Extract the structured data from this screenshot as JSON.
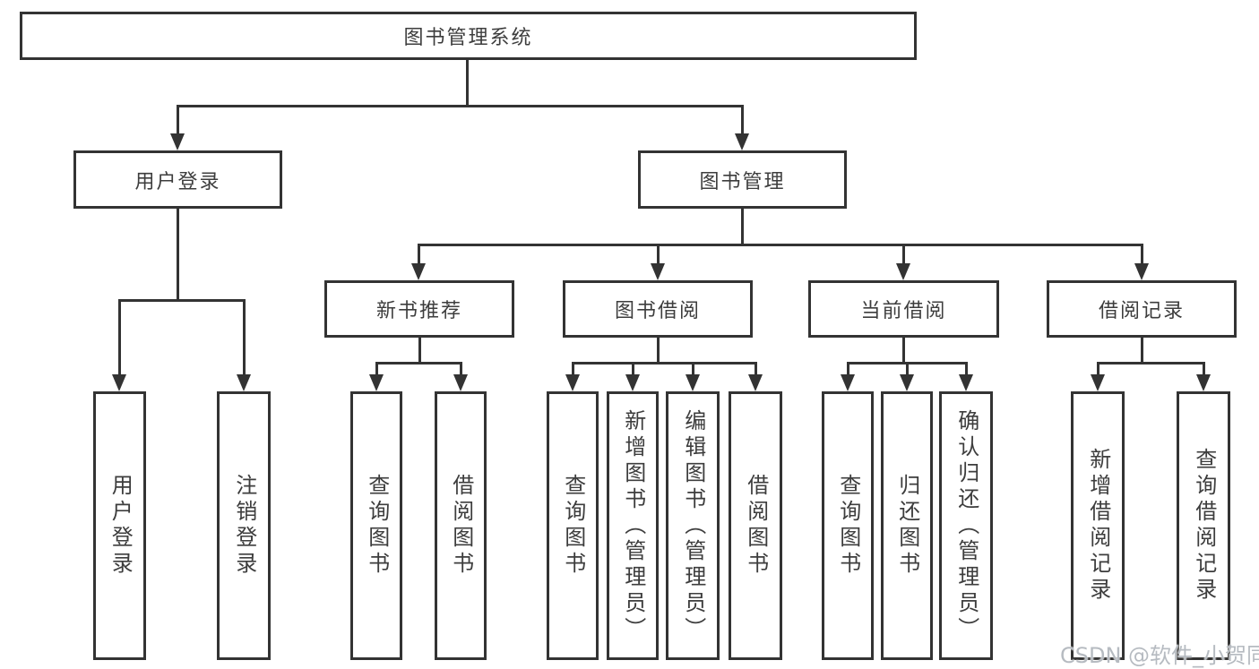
{
  "diagram": {
    "title": "图书管理系统",
    "tree": {
      "label": "图书管理系统",
      "children": [
        {
          "label": "用户登录",
          "children": [
            {
              "label": "用户登录"
            },
            {
              "label": "注销登录"
            }
          ]
        },
        {
          "label": "图书管理",
          "children": [
            {
              "label": "新书推荐",
              "children": [
                {
                  "label": "查询图书"
                },
                {
                  "label": "借阅图书"
                }
              ]
            },
            {
              "label": "图书借阅",
              "children": [
                {
                  "label": "查询图书"
                },
                {
                  "label": "新增图书（管理员）"
                },
                {
                  "label": "编辑图书（管理员）"
                },
                {
                  "label": "借阅图书"
                }
              ]
            },
            {
              "label": "当前借阅",
              "children": [
                {
                  "label": "查询图书"
                },
                {
                  "label": "归还图书"
                },
                {
                  "label": "确认归还（管理员）"
                }
              ]
            },
            {
              "label": "借阅记录",
              "children": [
                {
                  "label": "新增借阅记录"
                },
                {
                  "label": "查询借阅记录"
                }
              ]
            }
          ]
        }
      ]
    },
    "watermark": "CSDN @软件_小贺同学",
    "colors": {
      "line": "#333333",
      "text": "#3d3d3d",
      "background": "#ffffff",
      "watermark": "#b2b7be"
    }
  }
}
